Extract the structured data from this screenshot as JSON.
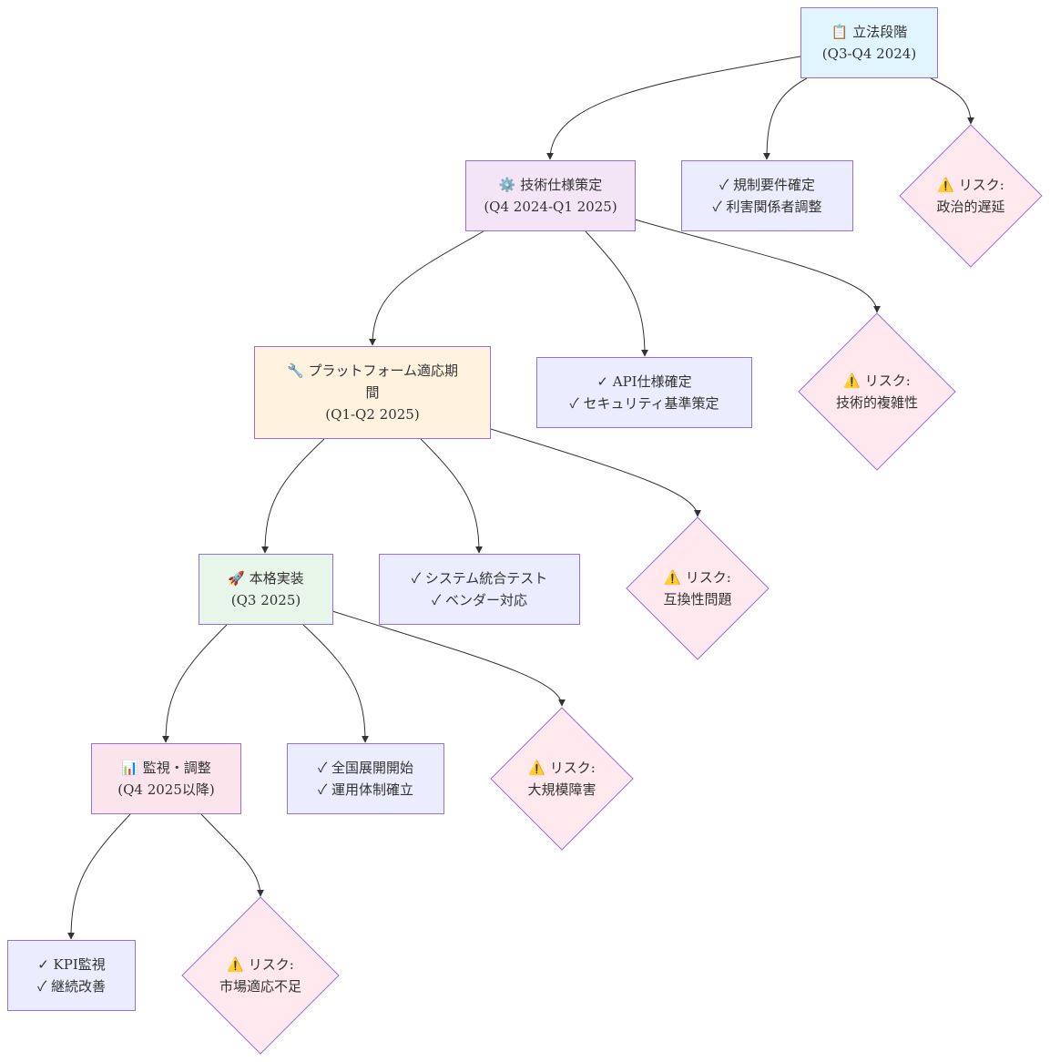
{
  "colors": {
    "edge": "#333333",
    "border": "#9370DB",
    "phase_legislation": "#E1F5FE",
    "phase_spec": "#F3E5F5",
    "phase_platform": "#FFF3E0",
    "phase_implementation": "#E8F5E9",
    "phase_monitoring": "#FCE4EC",
    "milestone": "#ECECFF",
    "risk": "#FFE8EE"
  },
  "nodes": {
    "legislation": {
      "icon": "clipboard-icon",
      "line1": "📋 立法段階",
      "line2": "(Q3-Q4 2024)"
    },
    "legislation_milestones": {
      "line1": "✓ 規制要件確定",
      "line2": "✓ 利害関係者調整"
    },
    "legislation_risk": {
      "icon": "warning-icon",
      "line1": "⚠️ リスク:",
      "line2": "政治的遅延"
    },
    "spec": {
      "icon": "gear-icon",
      "line1": "⚙️ 技術仕様策定",
      "line2": "(Q4 2024-Q1 2025)"
    },
    "spec_milestones": {
      "line1": "✓ API仕様確定",
      "line2": "✓ セキュリティ基準策定"
    },
    "spec_risk": {
      "icon": "warning-icon",
      "line1": "⚠️ リスク:",
      "line2": "技術的複雑性"
    },
    "platform": {
      "icon": "wrench-icon",
      "line1": "🔧 プラットフォーム適応期",
      "line2": "間",
      "line3": "(Q1-Q2 2025)"
    },
    "platform_milestones": {
      "line1": "✓ システム統合テスト",
      "line2": "✓ ベンダー対応"
    },
    "platform_risk": {
      "icon": "warning-icon",
      "line1": "⚠️ リスク:",
      "line2": "互換性問題"
    },
    "implementation": {
      "icon": "rocket-icon",
      "line1": "🚀 本格実装",
      "line2": "(Q3 2025)"
    },
    "implementation_milestones": {
      "line1": "✓ 全国展開開始",
      "line2": "✓ 運用体制確立"
    },
    "implementation_risk": {
      "icon": "warning-icon",
      "line1": "⚠️ リスク:",
      "line2": "大規模障害"
    },
    "monitoring": {
      "icon": "bar-chart-icon",
      "line1": "📊 監視・調整",
      "line2": "(Q4 2025以降)"
    },
    "monitoring_milestones": {
      "line1": "✓ KPI監視",
      "line2": "✓ 継続改善"
    },
    "monitoring_risk": {
      "icon": "warning-icon",
      "line1": "⚠️ リスク:",
      "line2": "市場適応不足"
    }
  }
}
